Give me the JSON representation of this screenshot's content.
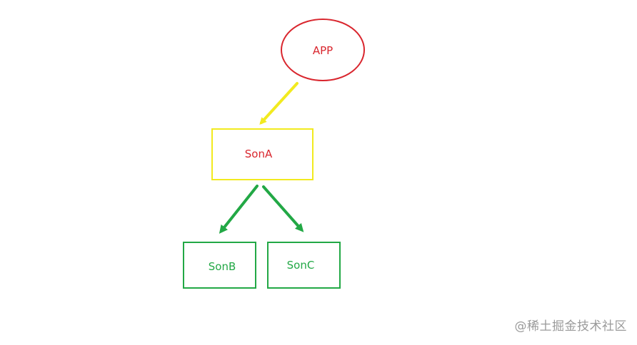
{
  "nodes": {
    "app": {
      "label": "APP"
    },
    "sona": {
      "label": "SonA"
    },
    "sonb": {
      "label": "SonB"
    },
    "sonc": {
      "label": "SonC"
    }
  },
  "colors": {
    "app": "#d9262e",
    "sona_border": "#f2ea1f",
    "sona_text": "#d9262e",
    "sonb": "#22a845",
    "sonc": "#22a845",
    "arrow_app_sona": "#f2ea1f",
    "arrow_sona_children": "#22a845"
  },
  "watermark": {
    "text": "@稀土掘金技术社区"
  }
}
